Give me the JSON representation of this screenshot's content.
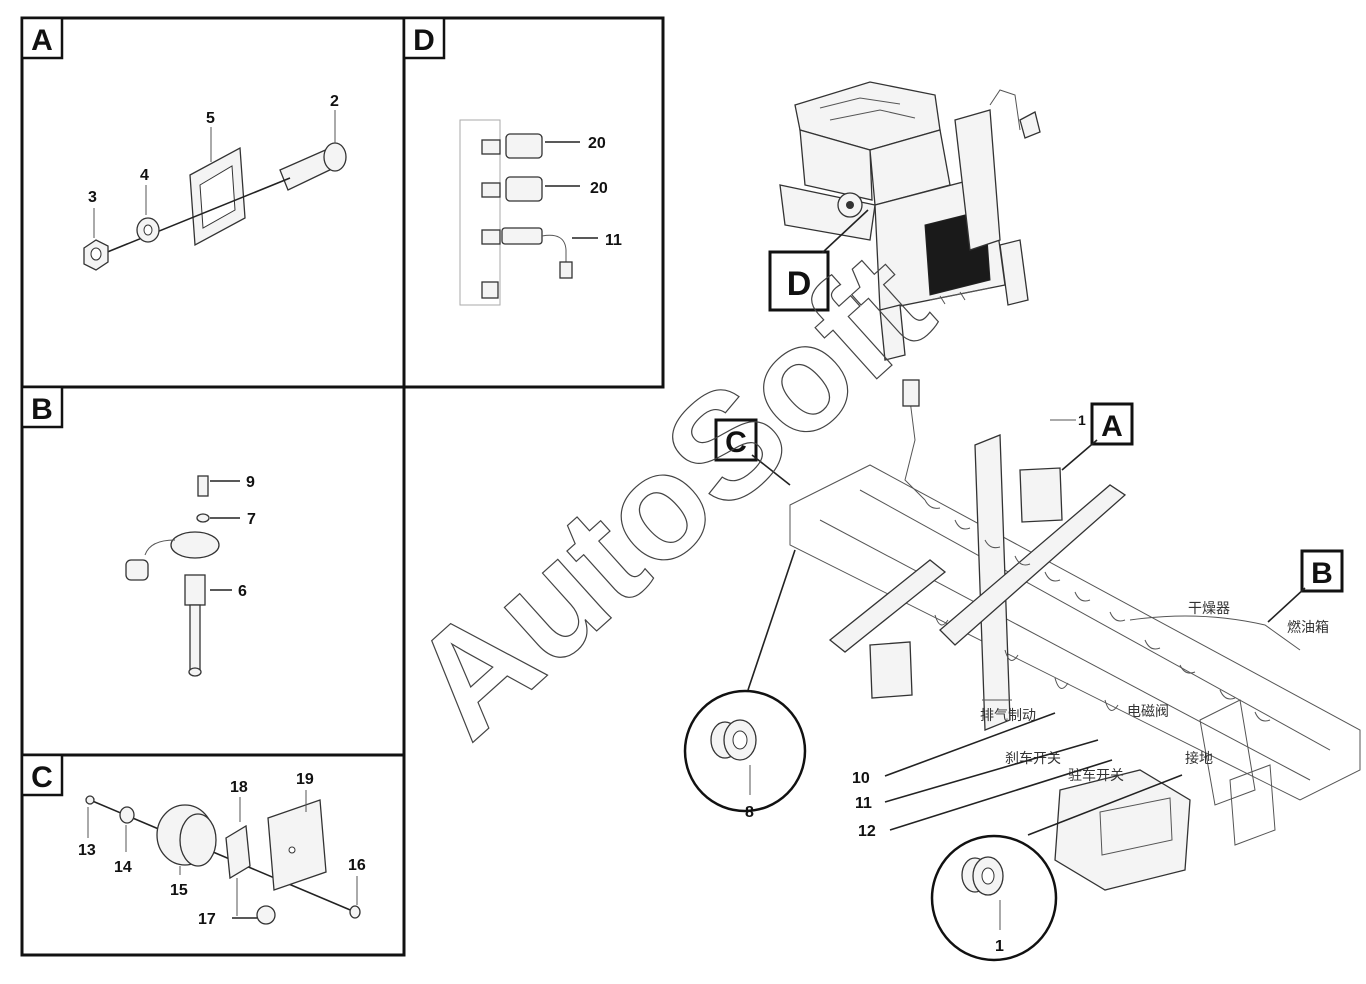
{
  "panels": {
    "A": {
      "letter": "A",
      "labels": [
        "2",
        "5",
        "4",
        "3"
      ]
    },
    "B": {
      "letter": "B",
      "labels": [
        "9",
        "7",
        "6"
      ]
    },
    "C": {
      "letter": "C",
      "labels": [
        "18",
        "19",
        "13",
        "14",
        "15",
        "16",
        "17"
      ]
    },
    "D": {
      "letter": "D",
      "labels": [
        "20",
        "20",
        "11"
      ]
    }
  },
  "main": {
    "callouts": [
      "D",
      "A",
      "C",
      "B"
    ],
    "numbers": {
      "n1_top": "1",
      "n8": "8",
      "n10": "10",
      "n11": "11",
      "n12": "12",
      "n1_bottom": "1"
    },
    "chinese_labels": {
      "dryer": "干燥器",
      "fuel_tank": "燃油箱",
      "exhaust_brake": "排气制动",
      "solenoid_valve": "电磁阀",
      "brake_switch": "刹车开关",
      "park_switch": "驻车开关",
      "ground": "接地"
    }
  },
  "watermark": {
    "text": "AutoSoft"
  }
}
